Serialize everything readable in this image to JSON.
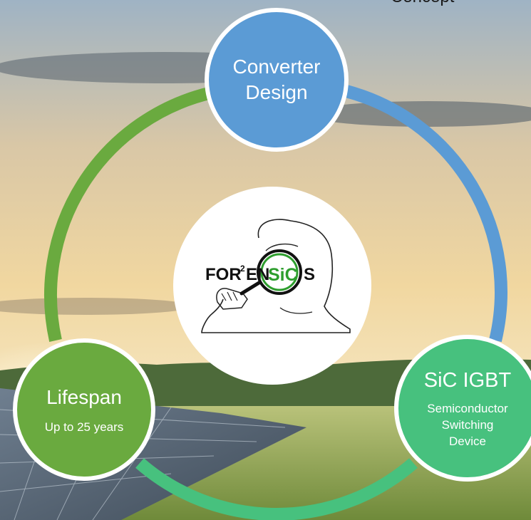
{
  "header": {
    "corner_text": "Concept"
  },
  "cycle": {
    "top": {
      "title_line1": "Converter",
      "title_line2": "Design"
    },
    "left": {
      "title": "Lifespan",
      "subtitle": "Up to 25 years"
    },
    "right": {
      "title": "SiC IGBT",
      "sub_line1": "Semiconductor",
      "sub_line2": "Switching",
      "sub_line3": "Device"
    }
  },
  "logo": {
    "text_prefix": "FOR",
    "superscript": "2",
    "text_mid": "EN",
    "sic_text": "SiC",
    "text_suffix": "S"
  },
  "colors": {
    "blue": "#5b9bd5",
    "green": "#6aaa3f",
    "teal": "#47c17e",
    "logo_green": "#2e9e2e"
  }
}
